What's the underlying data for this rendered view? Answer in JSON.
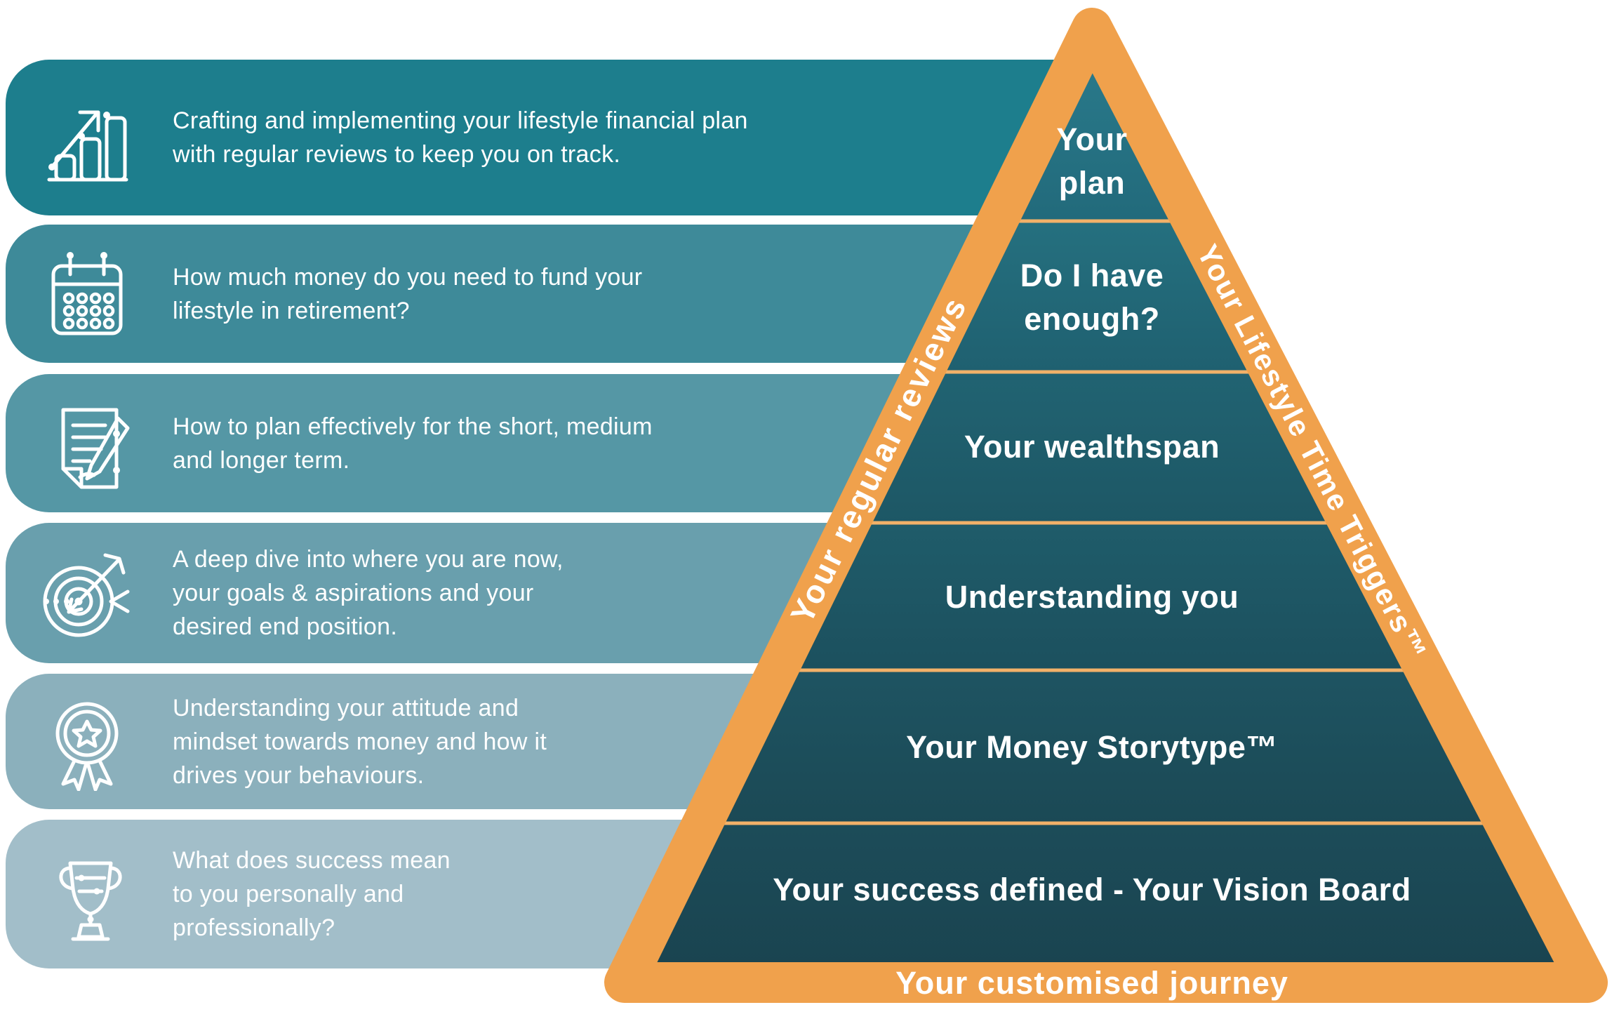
{
  "bars": [
    {
      "icon": "growth-chart-icon",
      "lines": [
        "Crafting and implementing your lifestyle financial plan",
        "with regular reviews to keep you on track."
      ]
    },
    {
      "icon": "calendar-icon",
      "lines": [
        "How much money do you need to fund your",
        "lifestyle in retirement?"
      ]
    },
    {
      "icon": "document-pencil-icon",
      "lines": [
        "How to plan effectively for the short, medium",
        "and longer term."
      ]
    },
    {
      "icon": "target-icon",
      "lines": [
        "A deep dive into where you are now,",
        "your goals & aspirations and your",
        "desired end position."
      ]
    },
    {
      "icon": "rosette-icon",
      "lines": [
        "Understanding your attitude and",
        "mindset towards money and how it",
        "drives your behaviours."
      ]
    },
    {
      "icon": "trophy-icon",
      "lines": [
        "What does success mean",
        "to you personally and",
        "professionally?"
      ]
    }
  ],
  "pyramid": {
    "levels": [
      {
        "lines": [
          "Your",
          "plan"
        ]
      },
      {
        "lines": [
          "Do I have",
          "enough?"
        ]
      },
      {
        "lines": [
          "Your wealthspan"
        ]
      },
      {
        "lines": [
          "Understanding you"
        ]
      },
      {
        "lines": [
          "Your Money Storytype™"
        ]
      },
      {
        "lines": [
          "Your success defined - Your Vision Board"
        ]
      }
    ],
    "left_ribbon": "Your regular reviews",
    "right_ribbon": "Your Lifestyle Time Triggers™",
    "base_label": "Your customised journey"
  },
  "colors": {
    "orange": "#f0a14c",
    "divider_line": "#f2b169",
    "bar_colors": [
      "#1d7e8d",
      "#3e8a99",
      "#5597a5",
      "#699fad",
      "#8bb0bc",
      "#a2bec9"
    ],
    "pyramid_gradient_top": "#2b7d8e",
    "pyramid_gradient_bottom": "#1a434f",
    "text": "#ffffff"
  }
}
